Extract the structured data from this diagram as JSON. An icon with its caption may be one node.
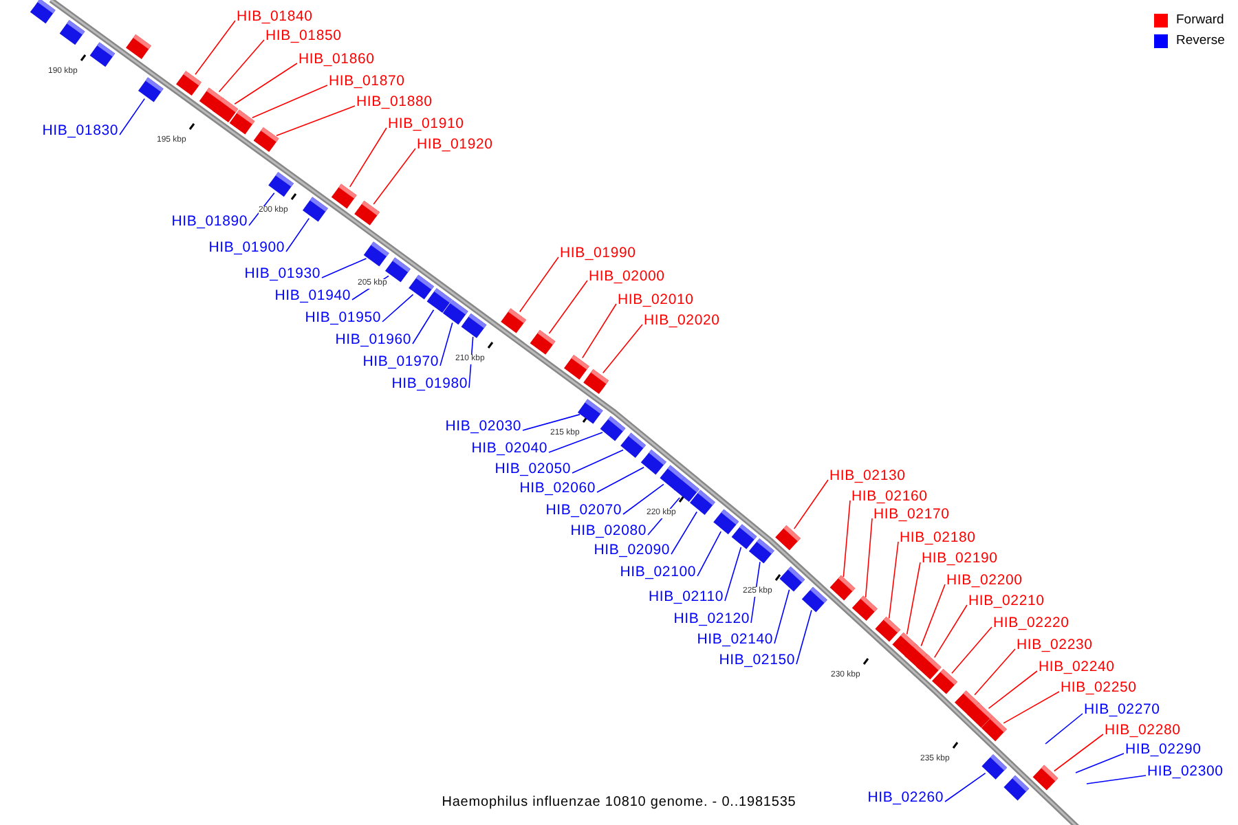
{
  "diagram": {
    "caption": "Haemophilus influenzae 10810 genome. - 0..1981535",
    "nodes": [
      {
        "text": [
          "HIB_01830"
        ]
      },
      {
        "text": [
          "HIB_01840"
        ]
      },
      {
        "text": [
          "HIB_01850"
        ]
      },
      {
        "text": [
          "HIB_01860"
        ]
      },
      {
        "text": [
          "HIB_01870"
        ]
      },
      {
        "text": [
          "HIB_01880"
        ]
      },
      {
        "text": [
          "HIB_01890"
        ]
      },
      {
        "text": [
          "HIB_01900"
        ]
      },
      {
        "text": [
          "HIB_01910"
        ]
      },
      {
        "text": [
          "HIB_01920"
        ]
      },
      {
        "text": [
          "HIB_01930"
        ]
      },
      {
        "text": [
          "HIB_01940"
        ]
      },
      {
        "text": [
          "HIB_01950"
        ]
      },
      {
        "text": [
          "HIB_01960"
        ]
      },
      {
        "text": [
          "HIB_01970"
        ]
      },
      {
        "text": [
          "HIB_01980"
        ]
      },
      {
        "text": [
          "HIB_01990"
        ]
      },
      {
        "text": [
          "HIB_02000"
        ]
      },
      {
        "text": [
          "HIB_02010"
        ]
      },
      {
        "text": [
          "HIB_02020"
        ]
      },
      {
        "text": [
          "HIB_02030"
        ]
      },
      {
        "text": [
          "HIB_02040"
        ]
      },
      {
        "text": [
          "HIB_02050"
        ]
      },
      {
        "text": [
          "HIB_02060"
        ]
      },
      {
        "text": [
          "HIB_02070"
        ]
      },
      {
        "text": [
          "HIB_02080"
        ]
      },
      {
        "text": [
          "HIB_02090"
        ]
      },
      {
        "text": [
          "HIB_02100"
        ]
      },
      {
        "text": [
          "HIB_02110"
        ]
      },
      {
        "text": [
          "HIB_02120"
        ]
      },
      {
        "text": [
          "HIB_02130"
        ]
      },
      {
        "text": [
          "HIB_02140"
        ]
      },
      {
        "text": [
          "HIB_02150"
        ]
      },
      {
        "text": [
          "HIB_02160"
        ]
      },
      {
        "text": [
          "HIB_02170"
        ]
      },
      {
        "text": [
          "HIB_02180"
        ]
      },
      {
        "text": [
          "HIB_02190"
        ]
      },
      {
        "text": [
          "HIB_02200"
        ]
      },
      {
        "text": [
          "HIB_02210"
        ]
      },
      {
        "text": [
          "HIB_02220"
        ]
      },
      {
        "text": [
          "HIB_02230"
        ]
      },
      {
        "text": [
          "HIB_02240"
        ]
      },
      {
        "text": [
          "HIB_02250"
        ]
      },
      {
        "text": [
          "HIB_02260"
        ]
      },
      {
        "text": [
          "HIB_02270"
        ]
      },
      {
        "text": [
          "HIB_02280"
        ]
      },
      {
        "text": [
          "HIB_02290"
        ]
      },
      {
        "text": [
          "HIB_02300"
        ]
      },
      {
        "text": [],
        "shape": "box"
      },
      {
        "text": [],
        "shape": "box"
      },
      {
        "text": [],
        "shape": "box"
      },
      {
        "text": [],
        "shape": "box"
      },
      {
        "text": [],
        "shape": "box"
      },
      {
        "text": [],
        "shape": "box"
      },
      {
        "text": [],
        "shape": "box"
      },
      {
        "text": [],
        "shape": "box"
      },
      {
        "text": [],
        "shape": "box"
      },
      {
        "text": [],
        "shape": "box"
      },
      {
        "text": [],
        "shape": "box"
      },
      {
        "text": [],
        "shape": "box"
      },
      {
        "text": [],
        "shape": "box"
      },
      {
        "text": [],
        "shape": "box"
      },
      {
        "text": [],
        "shape": "box"
      },
      {
        "text": [],
        "shape": "box"
      },
      {
        "text": [],
        "shape": "box"
      },
      {
        "text": [],
        "shape": "box"
      },
      {
        "text": [],
        "shape": "box"
      },
      {
        "text": [],
        "shape": "box"
      },
      {
        "text": [],
        "shape": "box"
      },
      {
        "text": [],
        "shape": "box"
      },
      {
        "text": [],
        "shape": "box"
      },
      {
        "text": [],
        "shape": "box"
      },
      {
        "text": [],
        "shape": "box"
      },
      {
        "text": [],
        "shape": "box"
      },
      {
        "text": [],
        "shape": "box"
      },
      {
        "text": [],
        "shape": "box"
      },
      {
        "text": [],
        "shape": "box"
      },
      {
        "text": [],
        "shape": "box"
      },
      {
        "text": [],
        "shape": "box"
      },
      {
        "text": [],
        "shape": "box"
      },
      {
        "text": [],
        "shape": "box"
      },
      {
        "text": [],
        "shape": "box"
      },
      {
        "text": [],
        "shape": "box"
      },
      {
        "text": [],
        "shape": "box"
      },
      {
        "text": [],
        "shape": "box"
      },
      {
        "text": [],
        "shape": "box"
      },
      {
        "text": [],
        "shape": "box"
      },
      {
        "text": [],
        "shape": "box"
      },
      {
        "text": [],
        "shape": "box"
      },
      {
        "text": [],
        "shape": "box"
      },
      {
        "text": [],
        "shape": "box"
      },
      {
        "text": [],
        "shape": "box"
      },
      {
        "text": [],
        "shape": "box"
      },
      {
        "text": [],
        "shape": "box"
      },
      {
        "text": [],
        "shape": "box"
      },
      {
        "text": [],
        "shape": "box"
      },
      {
        "text": [],
        "shape": "box"
      },
      {
        "text": [],
        "shape": "box"
      }
    ],
    "edges": [
      {
        "from": 0,
        "to": 48,
        "arrow": "none"
      },
      {
        "from": 1,
        "to": 49,
        "arrow": "none",
        "color": "#ff0000"
      },
      {
        "from": 2,
        "to": 50,
        "arrow": "none",
        "color": "#ff0000"
      },
      {
        "from": 3,
        "to": 51,
        "arrow": "none",
        "color": "#ff0000"
      },
      {
        "from": 4,
        "to": 52,
        "arrow": "none",
        "color": "#ff0000"
      },
      {
        "from": 5,
        "to": 53,
        "arrow": "none",
        "color": "#ff0000"
      },
      {
        "from": 6,
        "to": 54,
        "arrow": "none"
      },
      {
        "from": 7,
        "to": 55,
        "arrow": "none"
      },
      {
        "from": 8,
        "to": 56,
        "arrow": "none",
        "color": "#ff0000"
      },
      {
        "from": 9,
        "to": 57,
        "arrow": "none",
        "color": "#ff0000"
      },
      {
        "from": 10,
        "to": 58,
        "arrow": "none"
      },
      {
        "from": 11,
        "to": 59,
        "arrow": "none"
      },
      {
        "from": 12,
        "to": 60,
        "arrow": "none"
      },
      {
        "from": 13,
        "to": 61,
        "arrow": "none"
      },
      {
        "from": 14,
        "to": 62,
        "arrow": "none"
      },
      {
        "from": 15,
        "to": 63,
        "arrow": "none"
      },
      {
        "from": 16,
        "to": 64,
        "arrow": "none",
        "color": "#ff0000"
      },
      {
        "from": 17,
        "to": 65,
        "arrow": "none",
        "color": "#ff0000"
      },
      {
        "from": 18,
        "to": 66,
        "arrow": "none",
        "color": "#ff0000"
      },
      {
        "from": 19,
        "to": 67,
        "arrow": "none",
        "color": "#ff0000"
      },
      {
        "from": 20,
        "to": 68,
        "arrow": "none"
      },
      {
        "from": 21,
        "to": 69,
        "arrow": "none"
      },
      {
        "from": 22,
        "to": 70,
        "arrow": "none"
      },
      {
        "from": 23,
        "to": 71,
        "arrow": "none"
      },
      {
        "from": 24,
        "to": 72,
        "arrow": "none"
      },
      {
        "from": 25,
        "to": 73,
        "arrow": "none"
      },
      {
        "from": 26,
        "to": 74,
        "arrow": "none"
      },
      {
        "from": 27,
        "to": 75,
        "arrow": "none"
      },
      {
        "from": 28,
        "to": 76,
        "arrow": "none"
      },
      {
        "from": 29,
        "to": 77,
        "arrow": "none"
      },
      {
        "from": 30,
        "to": 78,
        "arrow": "none",
        "color": "#ff0000"
      },
      {
        "from": 31,
        "to": 79,
        "arrow": "none"
      },
      {
        "from": 32,
        "to": 80,
        "arrow": "none"
      },
      {
        "from": 33,
        "to": 81,
        "arrow": "none",
        "color": "#ff0000"
      },
      {
        "from": 34,
        "to": 82,
        "arrow": "none",
        "color": "#ff0000"
      },
      {
        "from": 35,
        "to": 83,
        "arrow": "none",
        "color": "#ff0000"
      },
      {
        "from": 36,
        "to": 84,
        "arrow": "none",
        "color": "#ff0000"
      },
      {
        "from": 37,
        "to": 85,
        "arrow": "none",
        "color": "#ff0000"
      },
      {
        "from": 38,
        "to": 86,
        "arrow": "none",
        "color": "#ff0000"
      },
      {
        "from": 39,
        "to": 87,
        "arrow": "none",
        "color": "#ff0000"
      },
      {
        "from": 40,
        "to": 88,
        "arrow": "none",
        "color": "#ff0000"
      },
      {
        "from": 41,
        "to": 89,
        "arrow": "none",
        "color": "#ff0000"
      },
      {
        "from": 42,
        "to": 90,
        "arrow": "none",
        "color": "#ff0000"
      },
      {
        "from": 43,
        "to": 91,
        "arrow": "none"
      },
      {
        "from": 44,
        "to": null,
        "arrow": "none"
      },
      {
        "from": 45,
        "to": 92,
        "arrow": "none",
        "color": "#ff0000"
      },
      {
        "from": 46,
        "to": null,
        "arrow": "none"
      },
      {
        "from": 47,
        "to": null,
        "arrow": "none"
      }
    ],
    "labels": [
      "190 kbp",
      "195 kbp",
      "200 kbp",
      "205 kbp",
      "210 kbp",
      "215 kbp",
      "220 kbp",
      "225 kbp",
      "230 kbp",
      "235 kbp"
    ],
    "legend": [
      {
        "text": "Forward",
        "color": "#ff0000"
      },
      {
        "text": "Reverse",
        "color": "#0000ff"
      }
    ]
  }
}
